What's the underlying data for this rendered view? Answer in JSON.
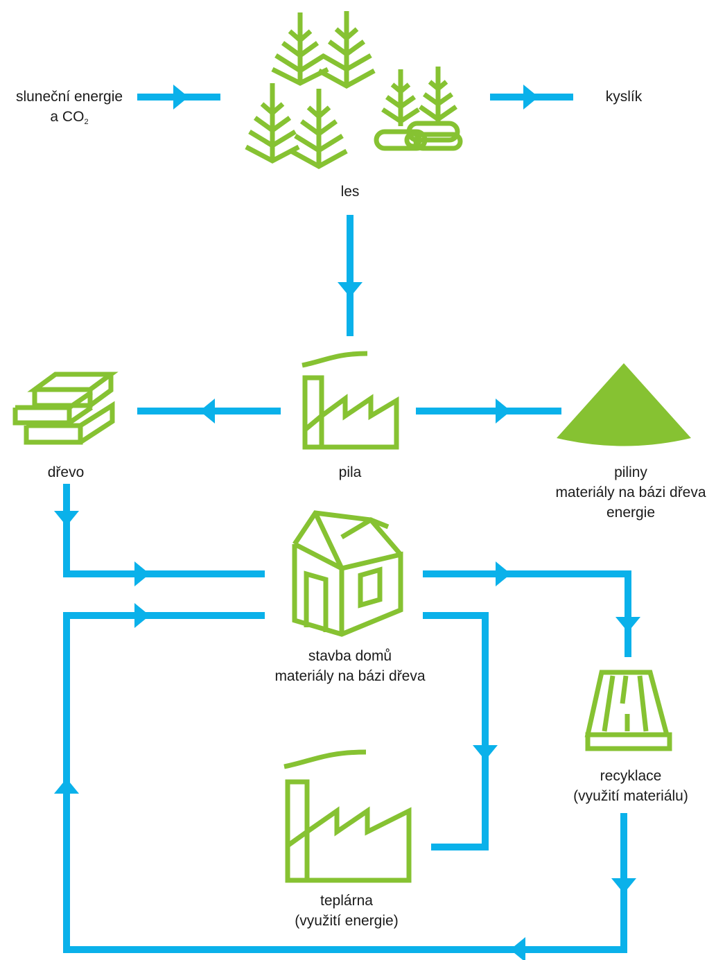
{
  "colors": {
    "flow": "#0ab1ea",
    "icon": "#86c232",
    "text": "#1a1a1a"
  },
  "labels": {
    "input": {
      "line1": "sluneční energie",
      "line2_prefix": "a CO",
      "line2_sub": "2"
    },
    "oxygen": "kyslík",
    "forest": "les",
    "sawmill": "pila",
    "wood": "dřevo",
    "sawdust": [
      "piliny",
      "materiály na bázi dřeva",
      "energie"
    ],
    "construction": [
      "stavba domů",
      "materiály na bázi dřeva"
    ],
    "recycling": [
      "recyklace",
      "(využití materiálu)"
    ],
    "heating_plant": [
      "teplárna",
      "(využití energie)"
    ]
  },
  "icons": [
    "forest-icon",
    "sawmill-icon",
    "lumber-icon",
    "sawdust-pile-icon",
    "house-icon",
    "recycled-board-icon",
    "heating-plant-icon"
  ]
}
